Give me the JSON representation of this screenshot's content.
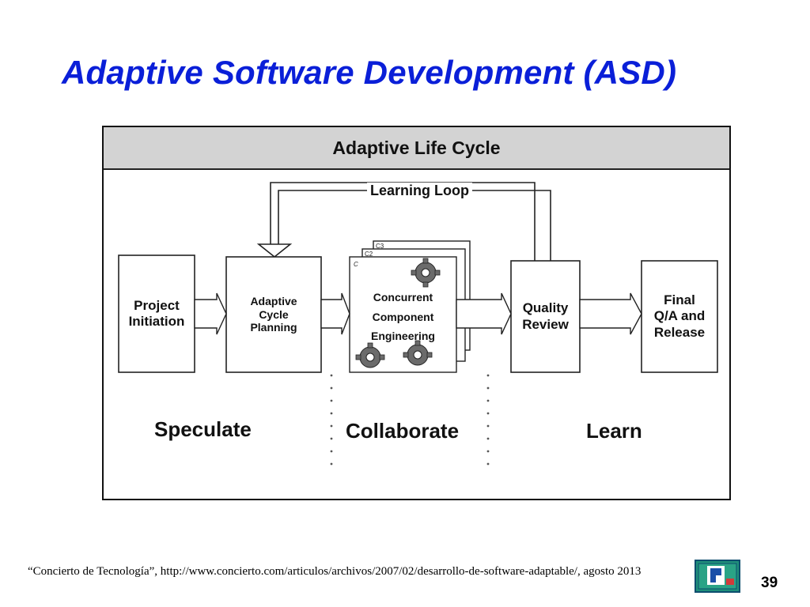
{
  "slide": {
    "title": "Adaptive Software Development (ASD)",
    "page_number": "39",
    "citation": "“Concierto de Tecnología”, http://www.concierto.com/articulos/archivos/2007/02/desarrollo-de-software-adaptable/, agosto 2013"
  },
  "diagram": {
    "header": "Adaptive Life Cycle",
    "loop_label": "Learning Loop",
    "boxes": {
      "project_initiation": [
        "Project",
        "Initiation"
      ],
      "adaptive_cycle_planning": [
        "Adaptive",
        "Cycle",
        "Planning"
      ],
      "concurrent_component_engineering": [
        "Concurrent",
        "Component",
        "Engineering"
      ],
      "quality_review": [
        "Quality",
        "Review"
      ],
      "final_qa_release": [
        "Final",
        "Q/A and",
        "Release"
      ]
    },
    "stack_labels": [
      "C",
      "C2",
      "C3"
    ],
    "phases": {
      "speculate": "Speculate",
      "collaborate": "Collaborate",
      "learn": "Learn"
    }
  },
  "colors": {
    "title": "#0a1fd8",
    "header_bg": "#d3d3d3",
    "logo_bg": "#1f8f7a"
  }
}
